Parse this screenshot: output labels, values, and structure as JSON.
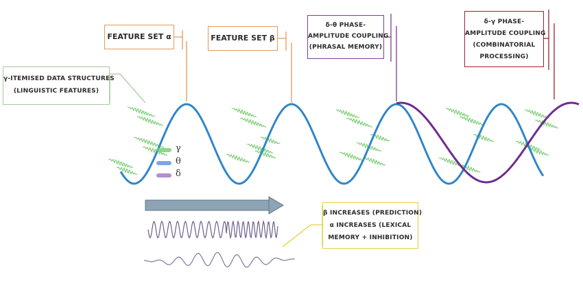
{
  "labels": {
    "feature_alpha": "FEATURE SET α",
    "feature_beta": "FEATURE SET β",
    "delta_theta": [
      "δ-θ PHASE-",
      "AMPLITUDE COUPLING",
      "(PHRASAL MEMORY)"
    ],
    "delta_gamma": [
      "δ-γ PHASE-",
      "AMPLITUDE COUPLING",
      "(COMBINATORIAL",
      "PROCESSING)"
    ],
    "gamma_itemised": [
      "γ-ITEMISED DATA STRUCTURES",
      "(LINGUISTIC FEATURES)"
    ],
    "beta_increase": [
      "β INCREASES (PREDICTION)",
      "α INCREASES (LEXICAL",
      "MEMORY + INHIBITION)"
    ]
  },
  "legend": [
    {
      "symbol": "γ",
      "color": "#6fcf6f"
    },
    {
      "symbol": "θ",
      "color": "#5b8fe0"
    },
    {
      "symbol": "δ",
      "color": "#a070c8"
    }
  ],
  "colors": {
    "theta": "#2f86c8",
    "delta": "#6f2b8f",
    "gamma": "#7fcf78",
    "alpha_box": "#e39a5a",
    "delta_theta_box": "#7a3f8e",
    "delta_gamma_box": "#9e1f2b",
    "gamma_box": "#a7c8a1",
    "beta_box": "#e6cf3e",
    "arrow": "#8ea3b3"
  }
}
